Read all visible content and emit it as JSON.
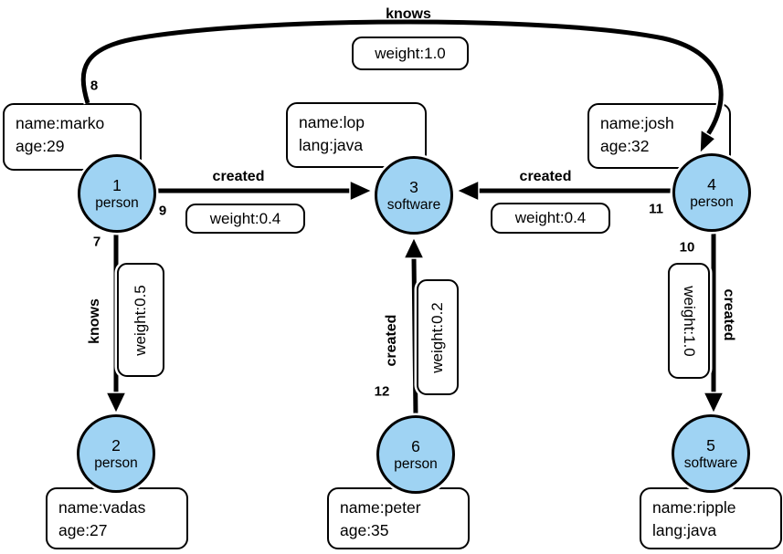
{
  "graph": {
    "nodes": [
      {
        "id": "1",
        "type": "person",
        "prop1": "name:marko",
        "prop2": "age:29"
      },
      {
        "id": "2",
        "type": "person",
        "prop1": "name:vadas",
        "prop2": "age:27"
      },
      {
        "id": "3",
        "type": "software",
        "prop1": "name:lop",
        "prop2": "lang:java"
      },
      {
        "id": "4",
        "type": "person",
        "prop1": "name:josh",
        "prop2": "age:32"
      },
      {
        "id": "5",
        "type": "software",
        "prop1": "name:ripple",
        "prop2": "lang:java"
      },
      {
        "id": "6",
        "type": "person",
        "prop1": "name:peter",
        "prop2": "age:35"
      }
    ],
    "edges": [
      {
        "id": "7",
        "label": "knows",
        "weight": "weight:0.5"
      },
      {
        "id": "8",
        "label": "knows",
        "weight": "weight:1.0"
      },
      {
        "id": "9",
        "label": "created",
        "weight": "weight:0.4"
      },
      {
        "id": "10",
        "label": "created",
        "weight": "weight:1.0"
      },
      {
        "id": "11",
        "label": "created",
        "weight": "weight:0.4"
      },
      {
        "id": "12",
        "label": "created",
        "weight": "weight:0.2"
      }
    ],
    "colors": {
      "node_fill": "#9FD3F3",
      "node_stroke": "#000000",
      "box_fill": "#FFFFFF",
      "edge_color": "#000000"
    }
  }
}
